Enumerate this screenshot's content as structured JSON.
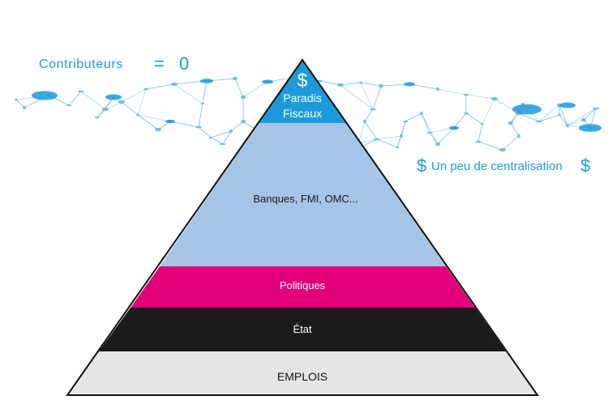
{
  "annotations": {
    "contributors_label": "Contributeurs",
    "contributors_equals": "=",
    "contributors_value": "0",
    "centralisation_dollar_left": "$",
    "centralisation_label": "Un peu de centralisation",
    "centralisation_dollar_right": "$"
  },
  "pyramid": {
    "apex_symbol": "$",
    "layers": [
      {
        "id": "paradis",
        "lines": [
          "Paradis",
          "Fiscaux"
        ],
        "color": "#1d9ad9",
        "text_color": "#ffffff"
      },
      {
        "id": "banques",
        "lines": [
          "Banques, FMI, OMC..."
        ],
        "color": "#a4c5e6",
        "text_color": "#1a1a1a"
      },
      {
        "id": "politiques",
        "lines": [
          "Politiques"
        ],
        "color": "#e2007a",
        "text_color": "#ffffff"
      },
      {
        "id": "etat",
        "lines": [
          "État"
        ],
        "color": "#1c1a1b",
        "text_color": "#ffffff"
      },
      {
        "id": "emplois",
        "lines": [
          "EMPLOIS"
        ],
        "color": "#e6e6e6",
        "text_color": "#111111"
      }
    ]
  },
  "colors": {
    "accent": "#1d9ad9",
    "network": "#5bb5e3",
    "outline": "#111111"
  }
}
